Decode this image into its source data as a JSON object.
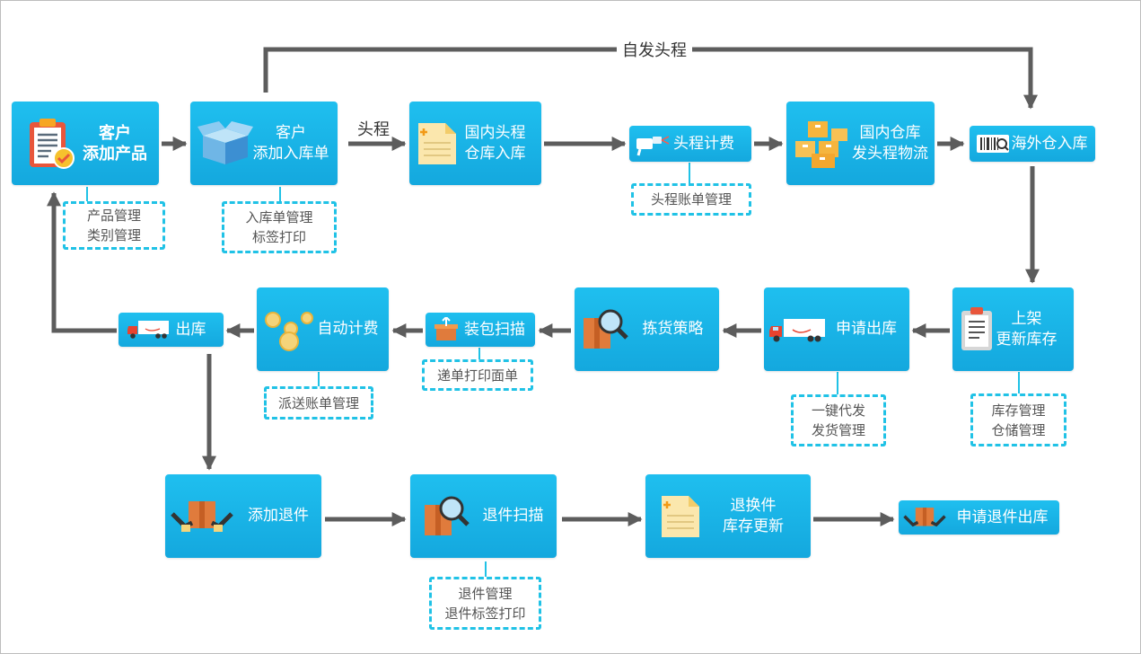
{
  "colors": {
    "box": "#17b3e6",
    "connector": "#5d5d5d",
    "note_border": "#20c2e6",
    "note_text": "#555555"
  },
  "flow_labels": {
    "self_headhaul": "自发头程",
    "headhaul": "头程"
  },
  "steps": {
    "customer_add_product": {
      "line1": "客户",
      "line2": "添加产品",
      "icon": "clipboard-check-icon"
    },
    "customer_add_inbound": {
      "line1": "客户",
      "line2": "添加入库单",
      "icon": "open-box-icon"
    },
    "domestic_headhaul_inbound": {
      "line1": "国内头程",
      "line2": "仓库入库",
      "icon": "document-icon"
    },
    "headhaul_billing": {
      "line1": "头程计费",
      "icon": "scanner-icon"
    },
    "domestic_wh_dispatch": {
      "line1": "国内仓库",
      "line2": "发头程物流",
      "icon": "stacked-boxes-icon"
    },
    "overseas_inbound": {
      "line1": "海外仓入库",
      "icon": "barcode-icon"
    },
    "shelve_update": {
      "line1": "上架",
      "line2": "更新库存",
      "icon": "clipboard-icon"
    },
    "request_outbound": {
      "line1": "申请出库",
      "icon": "truck-icon"
    },
    "picking_strategy": {
      "line1": "拣货策略",
      "icon": "box-magnifier-icon"
    },
    "pack_scan": {
      "line1": "装包扫描",
      "icon": "package-icon"
    },
    "auto_billing": {
      "line1": "自动计费",
      "icon": "coins-icon"
    },
    "outbound": {
      "line1": "出库",
      "icon": "truck-icon"
    },
    "add_return": {
      "line1": "添加退件",
      "icon": "return-box-icon"
    },
    "return_scan": {
      "line1": "退件扫描",
      "icon": "box-magnifier-icon"
    },
    "return_exchange_update": {
      "line1": "退换件",
      "line2": "库存更新",
      "icon": "document-icon"
    },
    "request_return_outbound": {
      "line1": "申请退件出库",
      "icon": "return-box-icon"
    }
  },
  "notes": {
    "product_mgmt": {
      "line1": "产品管理",
      "line2": "类别管理"
    },
    "inbound_mgmt": {
      "line1": "入库单管理",
      "line2": "标签打印"
    },
    "headhaul_bill": {
      "line1": "头程账单管理"
    },
    "inventory_mgmt": {
      "line1": "库存管理",
      "line2": "仓储管理"
    },
    "dropship_mgmt": {
      "line1": "一键代发",
      "line2": "发货管理"
    },
    "waybill_print": {
      "line1": "递单打印面单"
    },
    "delivery_bill": {
      "line1": "派送账单管理"
    },
    "return_mgmt": {
      "line1": "退件管理",
      "line2": "退件标签打印"
    }
  }
}
